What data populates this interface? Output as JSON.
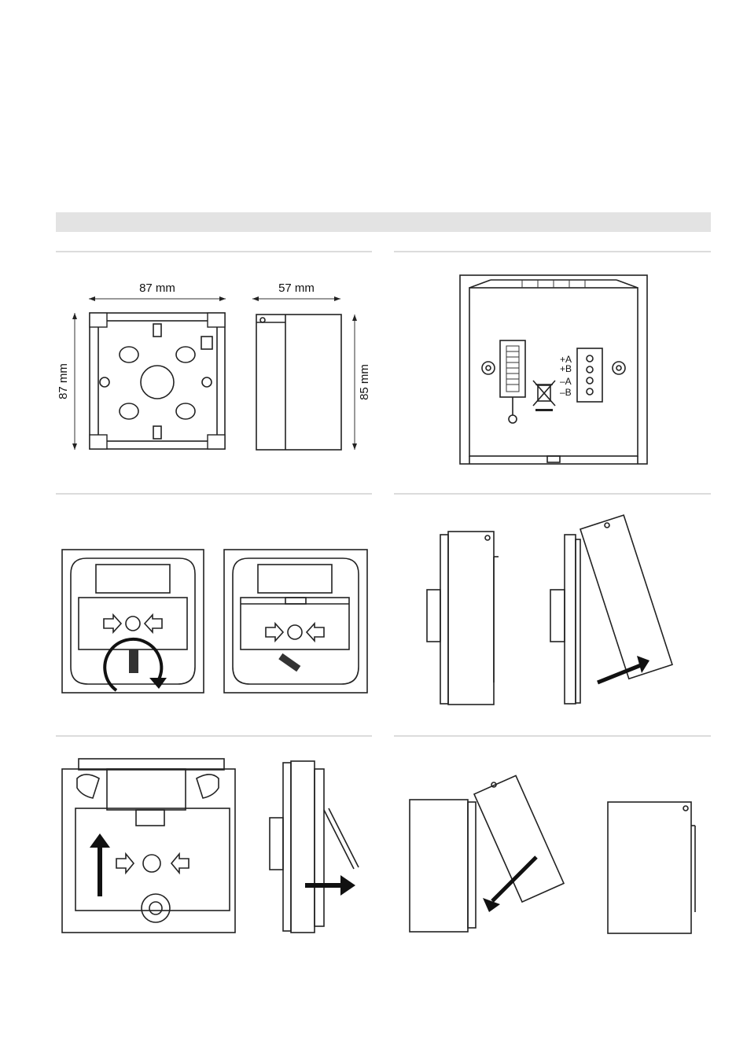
{
  "dimensions": {
    "width_label": "87 mm",
    "height_label": "87 mm",
    "depth_label": "57 mm",
    "side_height_label": "85 mm"
  },
  "terminals": {
    "plus_a": "+A",
    "plus_b": "+B",
    "minus_a": "–A",
    "minus_b": "–B"
  },
  "icons": {
    "weee": "crossed-bin-icon",
    "rotate": "rotate-arrow-icon",
    "push": "push-arrow-icon"
  }
}
